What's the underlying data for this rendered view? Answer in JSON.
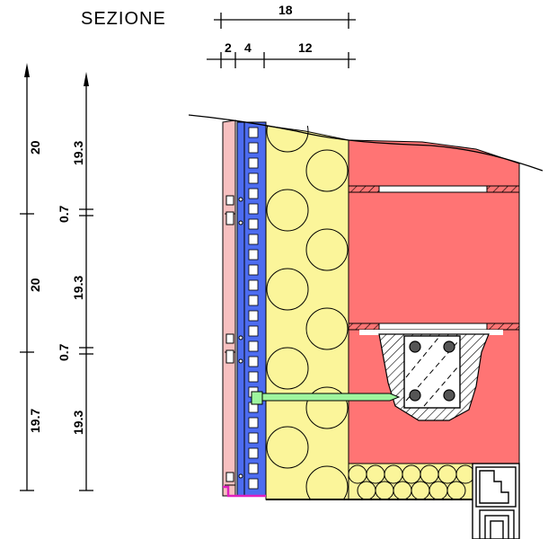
{
  "title": "SEZIONE",
  "top_dimensions": {
    "total": "18",
    "parts": [
      "2",
      "4",
      "12"
    ]
  },
  "left_dimensions": {
    "outer": [
      "20",
      "20",
      "19.7"
    ],
    "inner": [
      "19.3",
      "0.7",
      "19.3",
      "0.7",
      "19.3"
    ]
  },
  "colors": {
    "cladding": "#f7c0c0",
    "battens": "#4d6cf0",
    "insulation": "#fbf59a",
    "masonry": "#ff7474",
    "anchor": "#9ef59e",
    "flashing": "#e020c0",
    "line": "#000000"
  }
}
